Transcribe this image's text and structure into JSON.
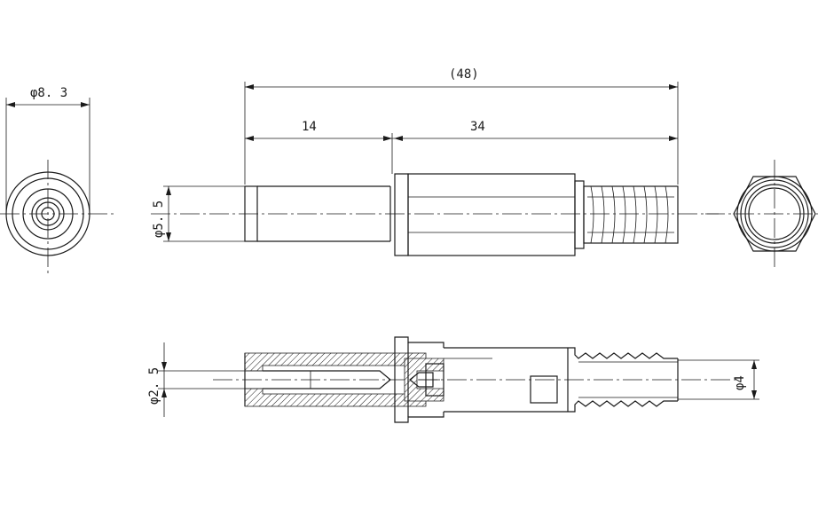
{
  "dimensions": {
    "overall_length": "(48)",
    "front_length": "14",
    "rear_length": "34",
    "end_diameter": "φ8. 3",
    "tip_diameter": "φ5. 5",
    "bore_diameter": "φ2. 5",
    "cable_diameter": "φ4"
  }
}
